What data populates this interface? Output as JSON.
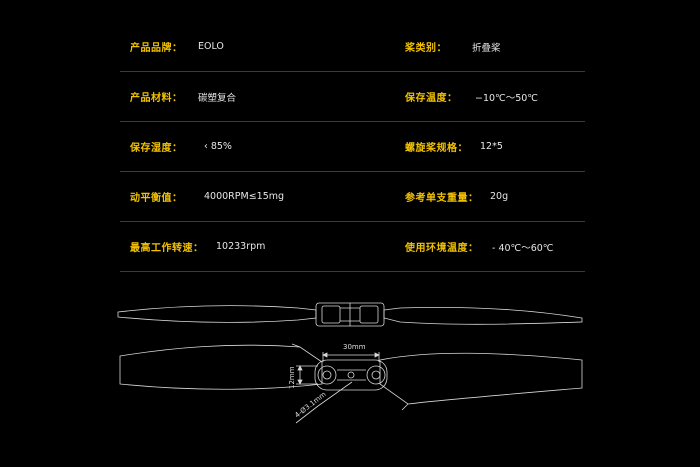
{
  "specs": [
    {
      "label1": "产品品牌：",
      "value1": "EOLO",
      "label2": "桨类别：",
      "value2": "折叠桨"
    },
    {
      "label1": "产品材料：",
      "value1": "碳塑复合",
      "label2": "保存温度：",
      "value2": "−10℃～50℃"
    },
    {
      "label1": "保存湿度：",
      "value1": "‹ 85%",
      "label2": "螺旋桨规格：",
      "value2": "12*5"
    },
    {
      "label1": "动平衡值：",
      "value1": "4000RPM≤15mg",
      "label2": "参考单支重量：",
      "value2": "20g"
    },
    {
      "label1": "最高工作转速：",
      "value1": "10233rpm",
      "label2": "使用环境温度：",
      "value2": "- 40℃～60℃"
    }
  ],
  "drawing": {
    "dim_width": "30mm",
    "dim_height": "12mm",
    "dim_hole": "4-Ø3.1mm"
  },
  "colors": {
    "label": "#f2c200",
    "value": "#e6e6e6",
    "line": "#d8d8d8"
  }
}
